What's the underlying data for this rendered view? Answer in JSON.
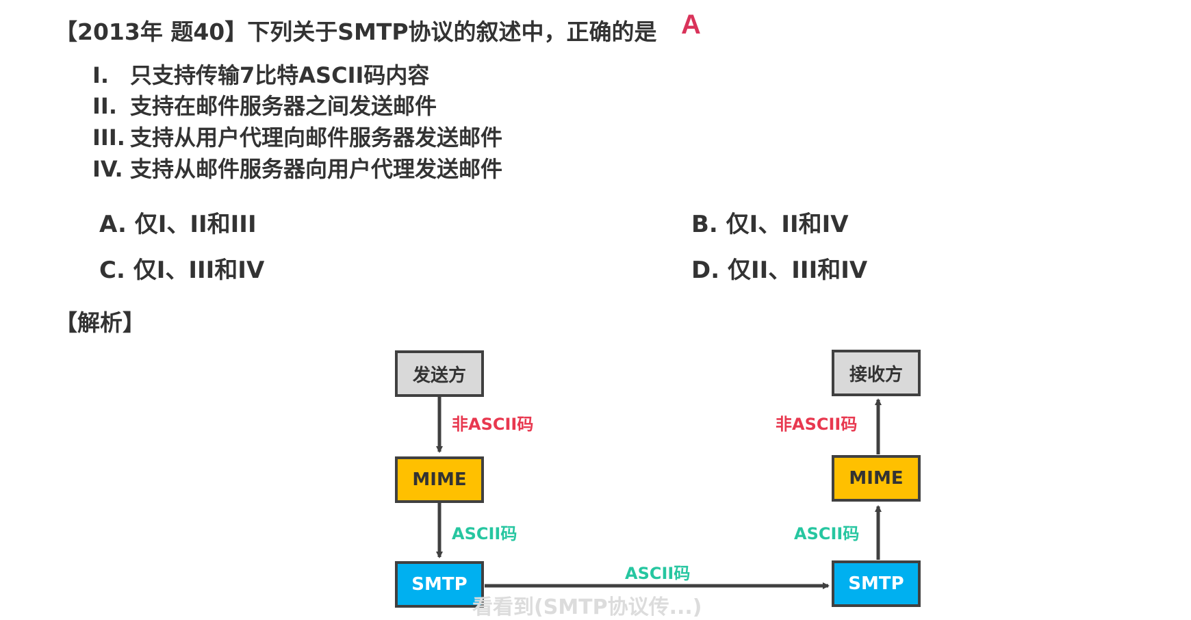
{
  "question": {
    "title": "【2013年 题40】下列关于SMTP协议的叙述中，正确的是",
    "answer": "A",
    "statements": [
      {
        "num": "I.",
        "text": "只支持传输7比特ASCII码内容"
      },
      {
        "num": "II.",
        "text": "支持在邮件服务器之间发送邮件"
      },
      {
        "num": "III.",
        "text": "支持从用户代理向邮件服务器发送邮件"
      },
      {
        "num": "IV.",
        "text": "支持从邮件服务器向用户代理发送邮件"
      }
    ],
    "options": {
      "a": "A. 仅I、II和III",
      "b": "B. 仅I、II和IV",
      "c": "C. 仅I、III和IV",
      "d": "D. 仅II、III和IV"
    }
  },
  "analysis": {
    "title": "【解析】",
    "diagram": {
      "sender": "发送方",
      "receiver": "接收方",
      "mime_left": "MIME",
      "mime_right": "MIME",
      "smtp_left": "SMTP",
      "smtp_right": "SMTP",
      "label_non_ascii_left": "非ASCII码",
      "label_non_ascii_right": "非ASCII码",
      "label_ascii_left": "ASCII码",
      "label_ascii_right": "ASCII码",
      "label_ascii_bottom": "ASCII码",
      "colors": {
        "gray_box": "#d9d9d9",
        "mime_box": "#ffc000",
        "smtp_box": "#00b0f0",
        "non_ascii_label": "#e8384f",
        "ascii_label": "#26c6a0",
        "answer_mark": "#d9335a"
      }
    }
  },
  "subtitle": "看看到(SMTP协议传...)"
}
